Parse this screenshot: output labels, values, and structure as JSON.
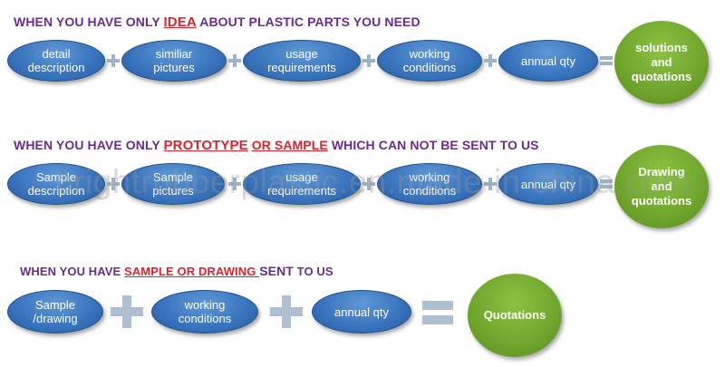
{
  "rows": [
    {
      "heading": {
        "before": "WHEN YOU HAVE ONLY ",
        "highlight": "IDEA",
        "after": " ABOUT PLASTIC PARTS YOU NEED"
      },
      "steps": [
        "detail\ndescription",
        "similiar\npictures",
        "usage\nrequirements",
        "working\nconditions",
        "annual qty"
      ],
      "result": "solutions\nand\nquotations"
    },
    {
      "heading": {
        "before": "WHEN YOU HAVE ONLY ",
        "highlight": "PROTOTYPE",
        "highlight2": "OR SAMPLE",
        "after": " WHICH CAN NOT BE SENT TO US"
      },
      "steps": [
        "Sample\ndescription",
        "Sample\npictures",
        "usage\nrequirements",
        "working\nconditions",
        "annual qty"
      ],
      "result": "Drawing\nand\nquotations"
    },
    {
      "heading": {
        "before": "WHEN YOU HAVE ",
        "highlight": "SAMPLE OR DRAWING ",
        "after": " SENT",
        "after2": " TO US"
      },
      "steps": [
        "Sample\n/drawing",
        "working\nconditions",
        "annual qty"
      ],
      "result": "Quotations"
    }
  ],
  "watermark": "brightrubberplastic.en.made-in-china.com"
}
